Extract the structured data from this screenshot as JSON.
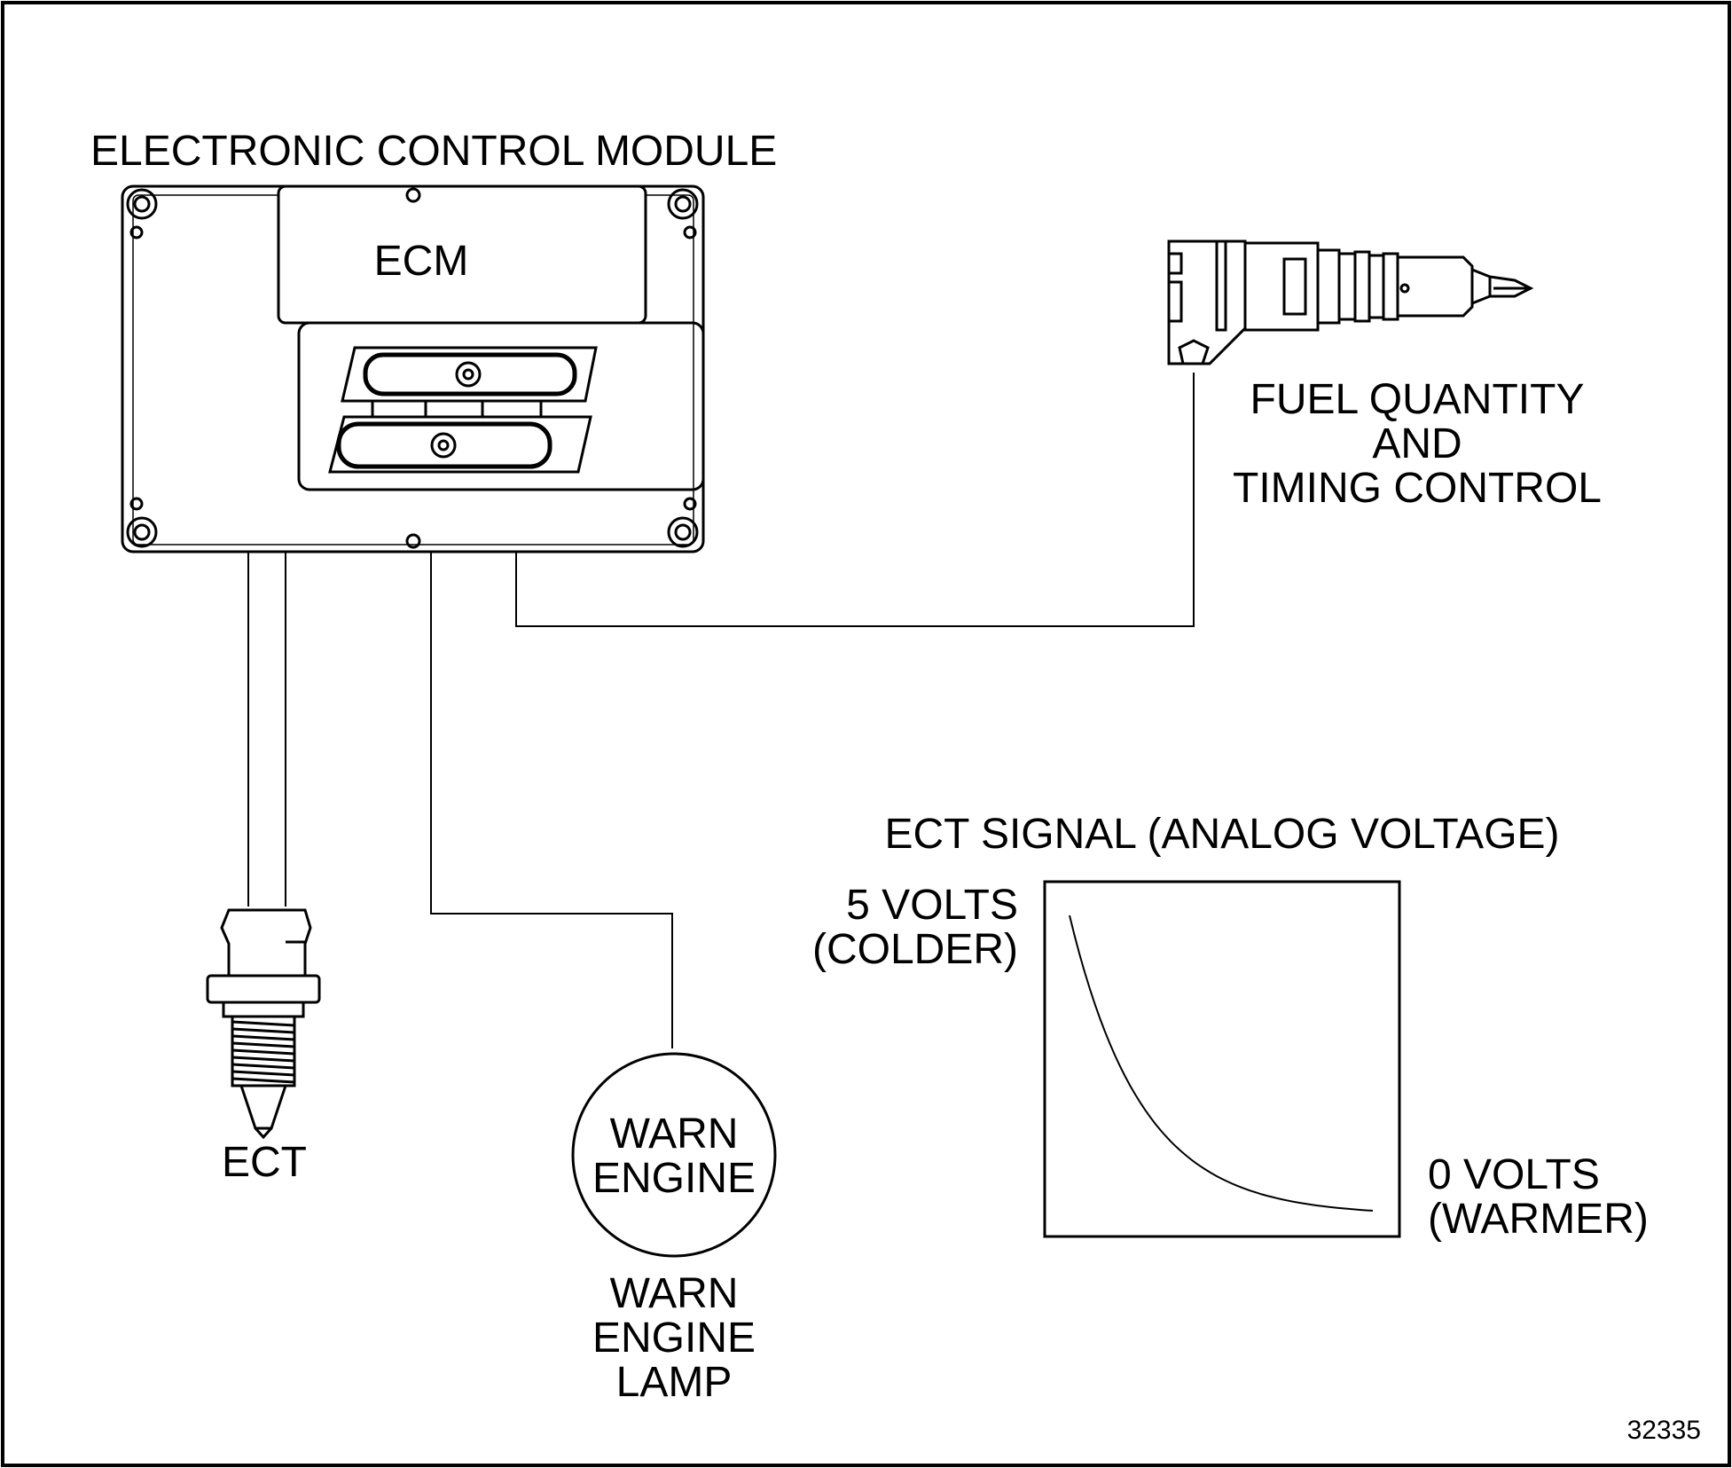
{
  "ecm": {
    "title": "ELECTRONIC CONTROL MODULE",
    "label": "ECM"
  },
  "injector": {
    "label_lines": [
      "FUEL QUANTITY",
      "AND",
      "TIMING CONTROL"
    ]
  },
  "sensor": {
    "label": "ECT"
  },
  "lamp": {
    "face_lines": [
      "WARN",
      "ENGINE"
    ],
    "label_lines": [
      "WARN",
      "ENGINE",
      "LAMP"
    ]
  },
  "signal": {
    "title": "ECT SIGNAL (ANALOG VOLTAGE)",
    "high_lines": [
      "5 VOLTS",
      "(COLDER)"
    ],
    "low_lines": [
      "0 VOLTS",
      "(WARMER)"
    ]
  },
  "figure_number": "32335"
}
